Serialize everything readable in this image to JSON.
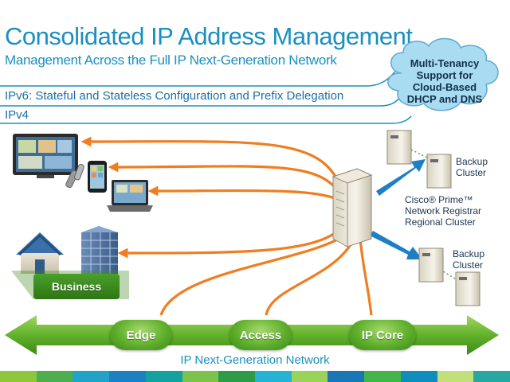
{
  "header": {
    "title": "Consolidated IP Address Management",
    "subtitle": "Management Across the Full IP Next-Generation Network"
  },
  "bands": {
    "ipv6": "IPv6: Stateful and Stateless Configuration and Prefix Delegation",
    "ipv4": "IPv4"
  },
  "cloud": {
    "lines": [
      "Multi-Tenancy",
      "Support for",
      "Cloud-Based",
      "DHCP and DNS"
    ]
  },
  "servers": {
    "backup_top": [
      "Backup",
      "Cluster"
    ],
    "backup_bottom": [
      "Backup",
      "Cluster"
    ],
    "regional": [
      "Cisco® Prime™",
      "Network Registrar",
      "Regional Cluster"
    ]
  },
  "site": {
    "business_label": "Business"
  },
  "network": {
    "stages": [
      "Edge",
      "Access",
      "IP Core"
    ],
    "footer": "IP Next-Generation Network"
  },
  "colors": {
    "title_blue": "#1a8fc0",
    "arrow_orange": "#f07d20",
    "band_green": "#5faf2c",
    "link_blue": "#1e7fc4"
  },
  "stripe_colors": [
    "#8ec63f",
    "#4cae4c",
    "#21a3c8",
    "#1d80c3",
    "#13a2a0",
    "#7dc24b",
    "#2e9b46",
    "#24b3d4",
    "#9ad35a",
    "#1b76b5",
    "#43b649",
    "#0f8dbd",
    "#c2e07a",
    "#2aa6a0"
  ]
}
